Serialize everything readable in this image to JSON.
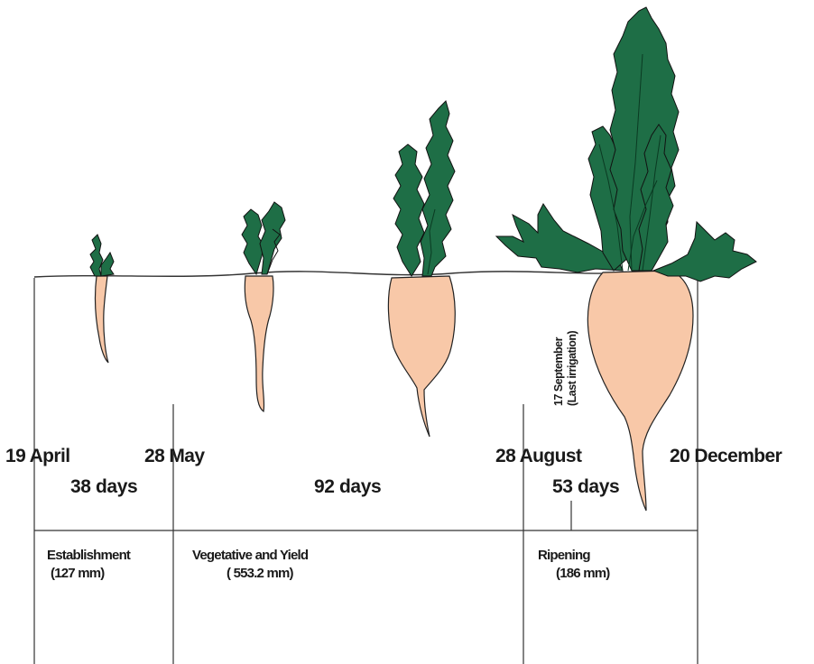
{
  "dates": {
    "d1": "19 April",
    "d2": "28 May",
    "d3": "28 August",
    "d4": "20 December"
  },
  "durations": {
    "p1": "38 days",
    "p2": "92 days",
    "p3": "53 days"
  },
  "stages": [
    {
      "name": "Establishment",
      "water": "(127 mm)"
    },
    {
      "name": "Vegetative and Yield",
      "water": "( 553.2 mm)"
    },
    {
      "name": "Ripening",
      "water": "(186 mm)"
    }
  ],
  "annotation": {
    "line1": "17 September",
    "line2": "(Last irrigation)"
  },
  "colors": {
    "leaf": "#1e6e46",
    "root": "#f8c8a8",
    "outline": "#222222"
  }
}
